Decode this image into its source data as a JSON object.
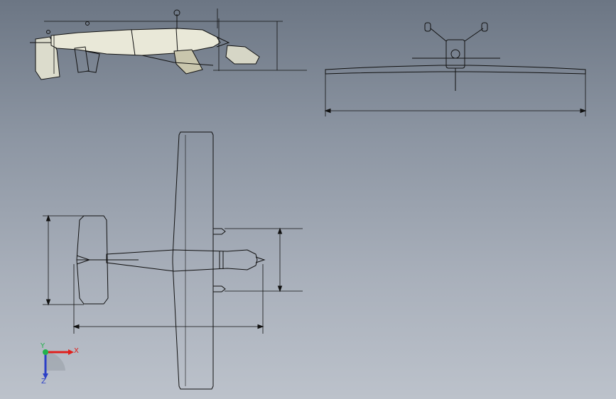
{
  "viewport": {
    "background_top": "#6c7684",
    "background_bottom": "#bcc2cb",
    "line_color": "#111111",
    "fuselage_fill": "#e9e8d8"
  },
  "triad": {
    "x_label": "X",
    "y_label": "Y",
    "z_label": "Z",
    "x_color": "#e0201c",
    "y_color": "#22b24c",
    "z_color": "#2b3fc7"
  },
  "views": [
    "side-view",
    "front-view",
    "top-view"
  ]
}
